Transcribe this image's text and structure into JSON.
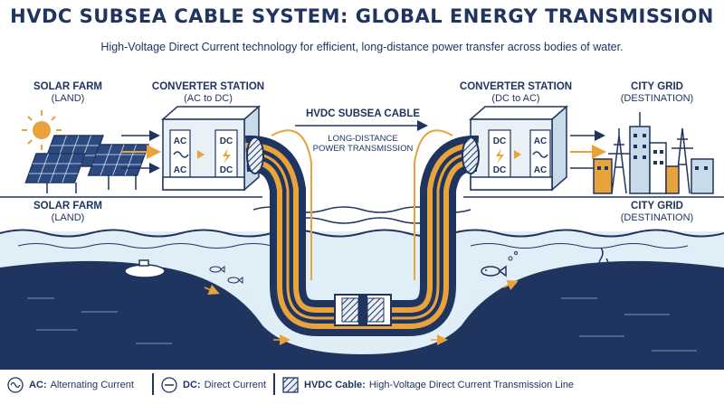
{
  "title": "HVDC SUBSEA CABLE SYSTEM: GLOBAL ENERGY TRANSMISSION",
  "subtitle": "High-Voltage Direct Current technology for efficient, long-distance power transfer across bodies of water.",
  "left": {
    "solar_name": "SOLAR FARM",
    "solar_sub": "(LAND)",
    "station_name": "CONVERTER STATION",
    "station_sub": "(AC to DC)",
    "in_top": "AC",
    "in_bottom": "AC",
    "out_top": "DC",
    "out_bottom": "DC"
  },
  "right": {
    "city_name": "CITY GRID",
    "city_sub": "(DESTINATION)",
    "station_name": "CONVERTER STATION",
    "station_sub": "(DC to AC)",
    "in_top": "DC",
    "in_bottom": "DC",
    "out_top": "AC",
    "out_bottom": "AC"
  },
  "cable": {
    "name": "HVDC SUBSEA CABLE",
    "note_line1": "LONG-DISTANCE",
    "note_line2": "POWER TRANSMISSION"
  },
  "legend": [
    {
      "term": "AC:",
      "desc": "Alternating Current",
      "icon": "ac-wave-icon"
    },
    {
      "term": "DC:",
      "desc": "Direct Current",
      "icon": "dc-line-icon"
    },
    {
      "term": "HVDC Cable:",
      "desc": "High-Voltage Direct Current Transmission Line",
      "icon": "hatched-cable-icon"
    }
  ],
  "colors": {
    "navy": "#1f3560",
    "accent": "#e8a33d",
    "sea_light": "#dfeef7",
    "sea_dark": "#1f3560",
    "box_fill": "#e9f1f7"
  }
}
